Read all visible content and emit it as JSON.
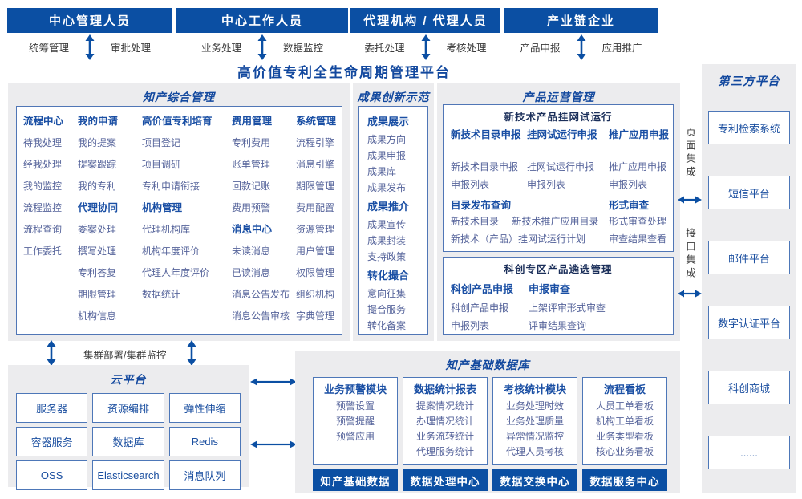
{
  "colors": {
    "accent": "#0b4fa3",
    "panel_bg": "#ececee",
    "title_blue": "#12489e",
    "item_blue": "#56649b"
  },
  "roles": [
    {
      "title": "中心管理人员",
      "left": "统筹管理",
      "right": "审批处理"
    },
    {
      "title": "中心工作人员",
      "left": "业务处理",
      "right": "数据监控"
    },
    {
      "title": "代理机构 / 代理人员",
      "left": "委托处理",
      "right": "考核处理"
    },
    {
      "title": "产业链企业",
      "left": "产品申报",
      "right": "应用推广"
    }
  ],
  "platform_title": "高价值专利全生命周期管理平台",
  "ip_management": {
    "title": "知产综合管理",
    "columns": [
      {
        "groups": [
          {
            "title": "流程中心",
            "items": [
              "待我处理",
              "经我处理",
              "我的监控",
              "流程监控",
              "流程查询",
              "工作委托"
            ]
          }
        ]
      },
      {
        "groups": [
          {
            "title": "我的申请",
            "items": [
              "我的提案",
              "提案跟踪",
              "我的专利"
            ]
          },
          {
            "title": "代理协同",
            "items": [
              "委案处理",
              "撰写处理",
              "专利答复",
              "期限管理",
              "机构信息"
            ]
          }
        ]
      },
      {
        "groups": [
          {
            "title": "高价值专利培育",
            "items": [
              "项目登记",
              "项目调研",
              "专利申请衔接"
            ]
          },
          {
            "title": "机构管理",
            "items": [
              "代理机构库",
              "机构年度评价",
              "代理人年度评价",
              "数据统计"
            ]
          }
        ]
      },
      {
        "groups": [
          {
            "title": "费用管理",
            "items": [
              "专利费用",
              "账单管理",
              "回款记账",
              "费用预警"
            ]
          },
          {
            "title": "消息中心",
            "items": [
              "未读消息",
              "已读消息",
              "消息公告发布",
              "消息公告审核"
            ]
          }
        ]
      },
      {
        "groups": [
          {
            "title": "系统管理",
            "items": [
              "流程引擎",
              "消息引擎",
              "期限管理",
              "费用配置",
              "资源管理",
              "用户管理",
              "权限管理",
              "组织机构",
              "字典管理"
            ]
          }
        ]
      }
    ]
  },
  "achievements": {
    "title": "成果创新示范",
    "groups": [
      {
        "title": "成果展示",
        "items": [
          "成果方向",
          "成果申报",
          "成果库",
          "成果发布"
        ]
      },
      {
        "title": "成果推介",
        "items": [
          "成果宣传",
          "成果封装",
          "支持政策"
        ]
      },
      {
        "title": "转化撮合",
        "items": [
          "意向征集",
          "撮合服务",
          "转化备案"
        ]
      }
    ]
  },
  "product_ops": {
    "title": "产品运营管理",
    "trial": {
      "title": "新技术产品挂网试运行",
      "groups": [
        {
          "title": "新技术目录申报",
          "items": [
            "新技术目录申报",
            "申报列表"
          ]
        },
        {
          "title": "挂网试运行申报",
          "items": [
            "挂网试运行申报",
            "申报列表"
          ]
        },
        {
          "title": "推广应用申报",
          "items": [
            "推广应用申报",
            "申报列表"
          ]
        },
        {
          "title": "目录发布查询",
          "items": [
            "新技术目录",
            "新技术推广应用目录",
            "新技术（产品）挂网试运行计划"
          ]
        },
        {
          "title": "形式审查",
          "items": [
            "形式审查处理",
            "审查结果查看"
          ]
        }
      ]
    },
    "selection": {
      "title": "科创专区产品遴选管理",
      "groups": [
        {
          "title": "科创产品申报",
          "items": [
            "科创产品申报",
            "申报列表"
          ]
        },
        {
          "title": "申报审查",
          "items": [
            "上架评审形式审查",
            "评审结果查询"
          ]
        }
      ]
    }
  },
  "third_party": {
    "title": "第三方平台",
    "boxes": [
      "专利检索系统",
      "短信平台",
      "邮件平台",
      "数字认证平台",
      "科创商城",
      "......"
    ]
  },
  "integration": {
    "page": "页面集成",
    "api": "接口集成"
  },
  "cluster_label": "集群部署/集群监控",
  "cloud": {
    "title": "云平台",
    "boxes": [
      "服务器",
      "资源编排",
      "弹性伸缩",
      "容器服务",
      "数据库",
      "Redis",
      "OSS",
      "Elasticsearch",
      "消息队列"
    ]
  },
  "database": {
    "title": "知产基础数据库",
    "modules": [
      {
        "title": "业务预警模块",
        "items": [
          "预警设置",
          "预警提醒",
          "预警应用"
        ]
      },
      {
        "title": "数据统计报表",
        "items": [
          "提案情况统计",
          "办理情况统计",
          "业务流转统计",
          "代理服务统计"
        ]
      },
      {
        "title": "考核统计模块",
        "items": [
          "业务处理时效",
          "业务处理质量",
          "异常情况监控",
          "代理人员考核"
        ]
      },
      {
        "title": "流程看板",
        "items": [
          "人员工单看板",
          "机构工单看板",
          "业务类型看板",
          "核心业务看板"
        ]
      }
    ],
    "buttons": [
      "知产基础数据",
      "数据处理中心",
      "数据交换中心",
      "数据服务中心"
    ]
  }
}
